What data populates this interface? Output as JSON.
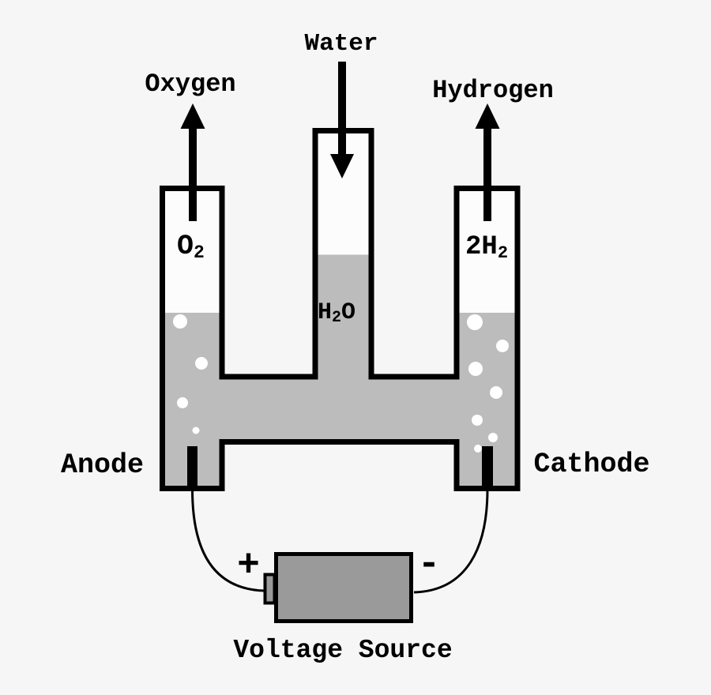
{
  "colors": {
    "background": "#f6f6f6",
    "vessel_interior": "#fcfcfc",
    "water": "#bcbcbc",
    "battery": "#9a9a9a",
    "ink": "#000000"
  },
  "labels": {
    "water": "Water",
    "oxygen": "Oxygen",
    "hydrogen": "Hydrogen",
    "anode": "Anode",
    "cathode": "Cathode",
    "voltage_source": "Voltage Source",
    "positive": "+",
    "negative": "-"
  },
  "formulas": {
    "oxygen_gas": {
      "pre": "O",
      "sub": "2",
      "post": ""
    },
    "hydrogen_gas": {
      "pre": "2H",
      "sub": "2",
      "post": ""
    },
    "water_liquid": {
      "pre": "H",
      "sub": "2",
      "post": "O"
    }
  }
}
